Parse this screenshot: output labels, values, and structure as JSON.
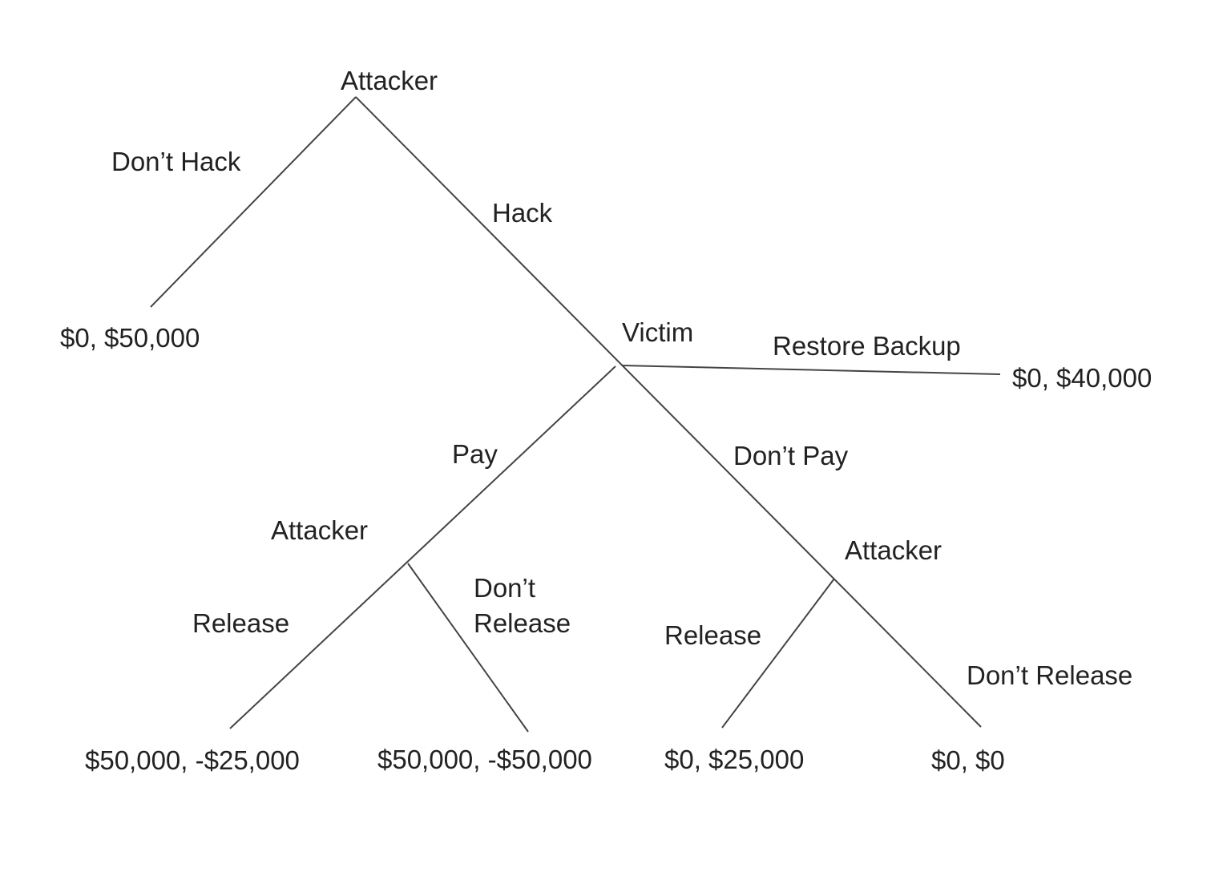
{
  "title": "Ransomware game tree",
  "nodes": {
    "root": "Attacker",
    "victim": "Victim",
    "attacker_after_pay": "Attacker",
    "attacker_after_dont_pay": "Attacker"
  },
  "actions": {
    "dont_hack": "Don’t Hack",
    "hack": "Hack",
    "restore_backup": "Restore Backup",
    "pay": "Pay",
    "dont_pay": "Don’t Pay",
    "release_after_pay": "Release",
    "dont_release_after_pay_1": "Don’t",
    "dont_release_after_pay_2": "Release",
    "release_after_dont_pay": "Release",
    "dont_release_after_dont_pay": "Don’t Release"
  },
  "payoffs": {
    "dont_hack": "$0, $50,000",
    "restore_backup": "$0, $40,000",
    "pay_release": "$50,000, -$25,000",
    "pay_dont_release": "$50,000, -$50,000",
    "dont_pay_release": "$0, $25,000",
    "dont_pay_dont_release": "$0, $0"
  }
}
